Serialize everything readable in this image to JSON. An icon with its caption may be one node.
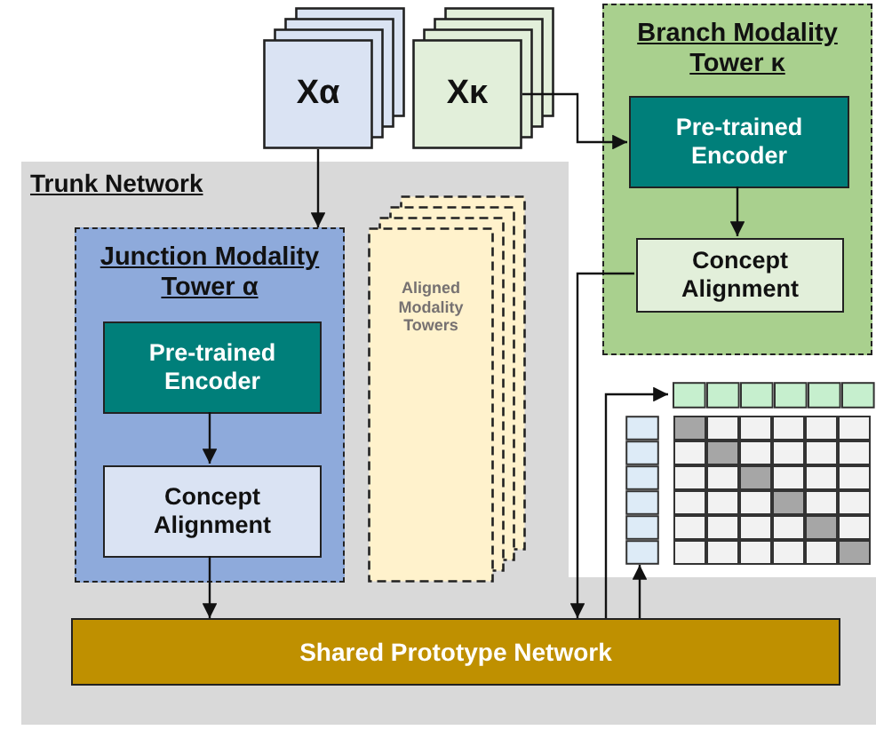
{
  "diagram": {
    "nodes": [
      {
        "text": [
          "Xα"
        ]
      },
      {
        "text": [
          "Xκ"
        ]
      },
      {
        "text": [
          "Branch Modality Tower κ"
        ]
      },
      {
        "text": [
          "Pre-trained Encoder"
        ],
        "in": 2
      },
      {
        "text": [
          "Concept Alignment"
        ],
        "in": 2
      },
      {
        "text": [
          "Trunk Network"
        ]
      },
      {
        "text": [
          "Junction Modality Tower α"
        ],
        "in": 5
      },
      {
        "text": [
          "Pre-trained Encoder"
        ],
        "in": 6
      },
      {
        "text": [
          "Concept Alignment"
        ],
        "in": 6
      },
      {
        "text": [
          "Aligned Modality Towers"
        ],
        "in": 5
      },
      {
        "text": [
          "Shared Prototype Network"
        ],
        "in": 5
      },
      {
        "text": [],
        "shape": "bar"
      },
      {
        "text": [],
        "shape": "bar"
      }
    ],
    "edges": [
      {
        "from": 0,
        "to": 6,
        "arrow": "to"
      },
      {
        "from": 1,
        "to": 3,
        "arrow": "to"
      },
      {
        "from": 3,
        "to": 4,
        "arrow": "to"
      },
      {
        "from": 7,
        "to": 8,
        "arrow": "to"
      },
      {
        "from": 8,
        "to": 10,
        "arrow": "to"
      },
      {
        "from": 4,
        "to": 10,
        "arrow": "to"
      },
      {
        "from": 10,
        "to": 11,
        "arrow": "to"
      },
      {
        "from": 10,
        "to": 12,
        "arrow": "to"
      }
    ]
  }
}
